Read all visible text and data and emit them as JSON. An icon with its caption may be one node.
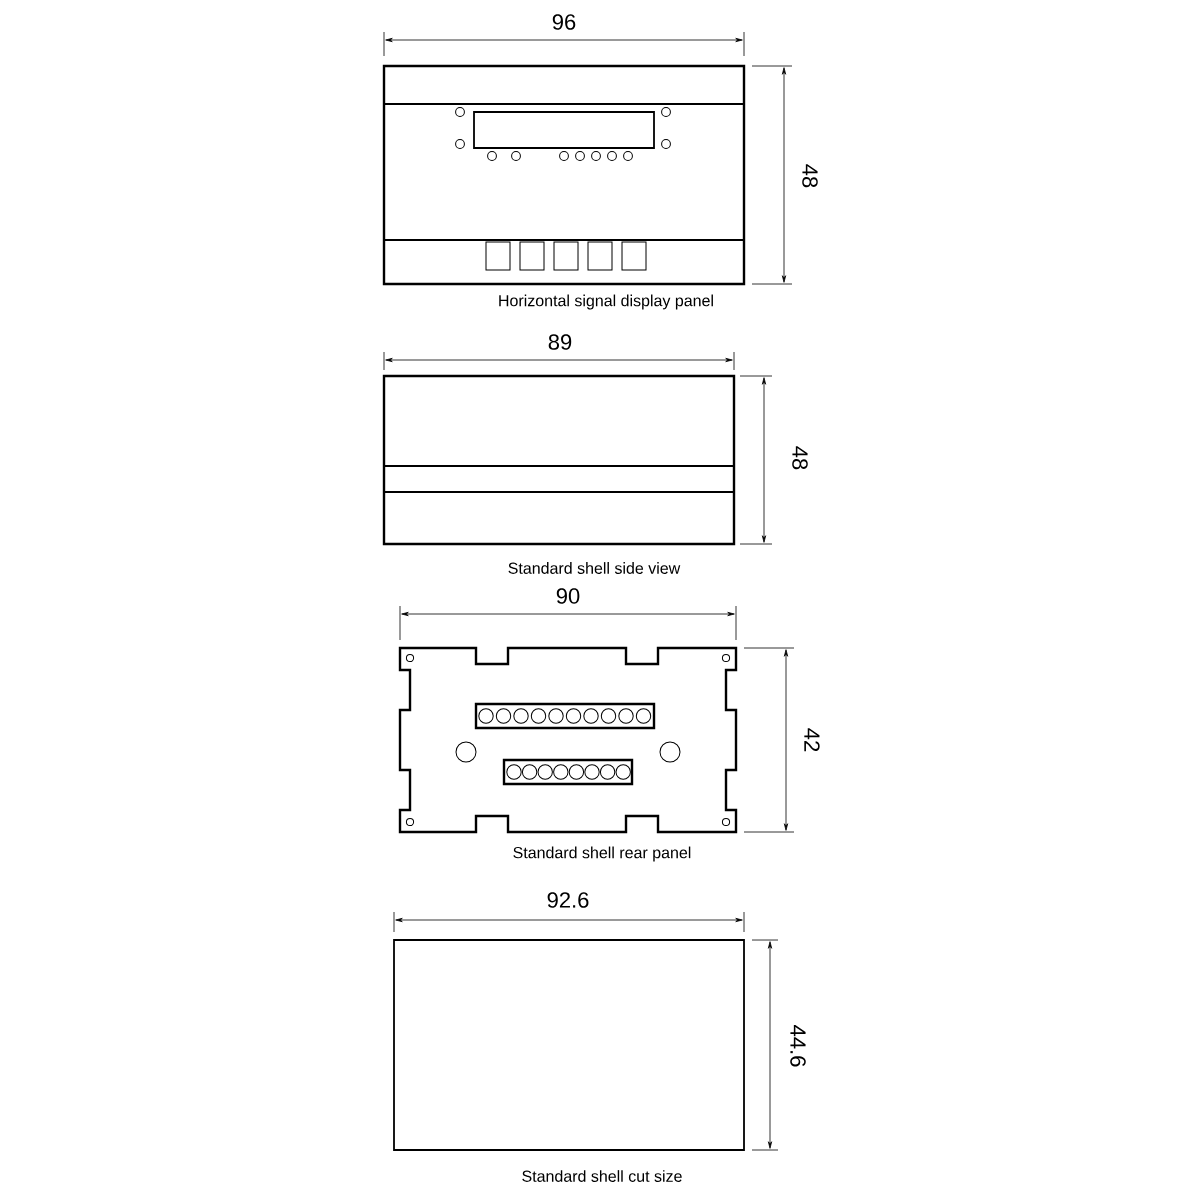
{
  "diagram": {
    "labels": [
      "96",
      "48",
      "Horizontal signal display panel",
      "89",
      "48",
      "Standard shell side view",
      "90",
      "42",
      "Standard shell rear panel",
      "92.6",
      "44.6",
      "Standard shell cut size"
    ]
  }
}
